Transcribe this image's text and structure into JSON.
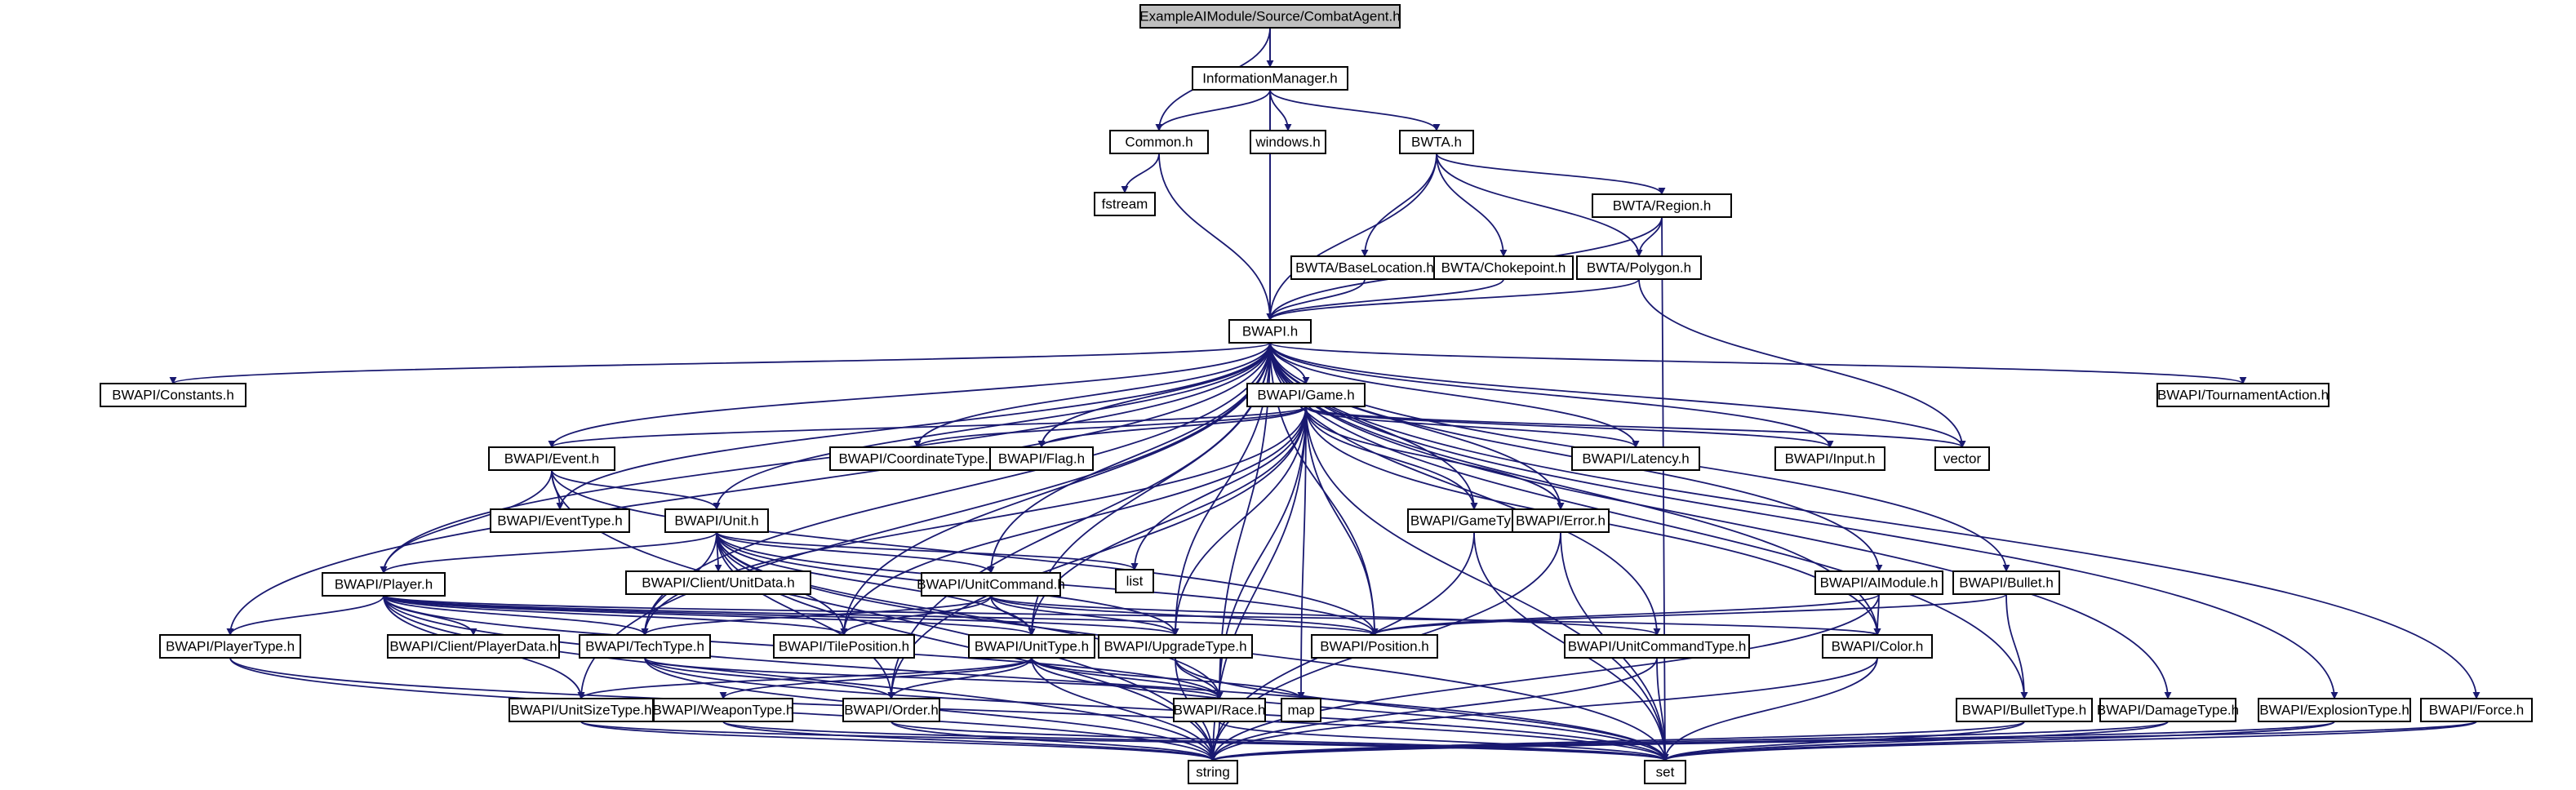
{
  "graph": {
    "colors": {
      "edge": "#191970",
      "node_border": "#000000",
      "external_border": "#bfbfbf",
      "missing_border": "#ff0000",
      "root_fill": "#bfbfbf",
      "node_fill": "#ffffff",
      "external_text": "#7f7f7f"
    },
    "nodes": [
      {
        "id": "combat",
        "label": "ExampleAIModule/Source/CombatAgent.h",
        "kind": "root"
      },
      {
        "id": "info",
        "label": "InformationManager.h",
        "kind": "normal"
      },
      {
        "id": "common",
        "label": "Common.h",
        "kind": "normal"
      },
      {
        "id": "windows",
        "label": "windows.h",
        "kind": "external"
      },
      {
        "id": "bwta",
        "label": "BWTA.h",
        "kind": "missing"
      },
      {
        "id": "fstream",
        "label": "fstream",
        "kind": "external"
      },
      {
        "id": "region",
        "label": "BWTA/Region.h",
        "kind": "normal"
      },
      {
        "id": "baseloc",
        "label": "BWTA/BaseLocation.h",
        "kind": "normal"
      },
      {
        "id": "choke",
        "label": "BWTA/Chokepoint.h",
        "kind": "missing"
      },
      {
        "id": "polygon",
        "label": "BWTA/Polygon.h",
        "kind": "normal"
      },
      {
        "id": "bwapi",
        "label": "BWAPI.h",
        "kind": "normal"
      },
      {
        "id": "constants",
        "label": "BWAPI/Constants.h",
        "kind": "normal"
      },
      {
        "id": "game",
        "label": "BWAPI/Game.h",
        "kind": "normal"
      },
      {
        "id": "tournament",
        "label": "BWAPI/TournamentAction.h",
        "kind": "normal"
      },
      {
        "id": "event",
        "label": "BWAPI/Event.h",
        "kind": "normal"
      },
      {
        "id": "coordtype",
        "label": "BWAPI/CoordinateType.h",
        "kind": "normal"
      },
      {
        "id": "flag",
        "label": "BWAPI/Flag.h",
        "kind": "normal"
      },
      {
        "id": "latency",
        "label": "BWAPI/Latency.h",
        "kind": "normal"
      },
      {
        "id": "input",
        "label": "BWAPI/Input.h",
        "kind": "normal"
      },
      {
        "id": "vector",
        "label": "vector",
        "kind": "external"
      },
      {
        "id": "eventtype",
        "label": "BWAPI/EventType.h",
        "kind": "normal"
      },
      {
        "id": "unit",
        "label": "BWAPI/Unit.h",
        "kind": "normal"
      },
      {
        "id": "gametype",
        "label": "BWAPI/GameType.h",
        "kind": "normal"
      },
      {
        "id": "error",
        "label": "BWAPI/Error.h",
        "kind": "normal"
      },
      {
        "id": "clientunit",
        "label": "BWAPI/Client/UnitData.h",
        "kind": "normal"
      },
      {
        "id": "list",
        "label": "list",
        "kind": "external"
      },
      {
        "id": "aimodule",
        "label": "BWAPI/AIModule.h",
        "kind": "normal"
      },
      {
        "id": "bullet",
        "label": "BWAPI/Bullet.h",
        "kind": "normal"
      },
      {
        "id": "player",
        "label": "BWAPI/Player.h",
        "kind": "normal"
      },
      {
        "id": "unitcmd",
        "label": "BWAPI/UnitCommand.h",
        "kind": "normal"
      },
      {
        "id": "playertype",
        "label": "BWAPI/PlayerType.h",
        "kind": "normal"
      },
      {
        "id": "clientplayer",
        "label": "BWAPI/Client/PlayerData.h",
        "kind": "normal"
      },
      {
        "id": "techtype",
        "label": "BWAPI/TechType.h",
        "kind": "normal"
      },
      {
        "id": "tilepos",
        "label": "BWAPI/TilePosition.h",
        "kind": "normal"
      },
      {
        "id": "unittype",
        "label": "BWAPI/UnitType.h",
        "kind": "normal"
      },
      {
        "id": "upgradetype",
        "label": "BWAPI/UpgradeType.h",
        "kind": "normal"
      },
      {
        "id": "position",
        "label": "BWAPI/Position.h",
        "kind": "normal"
      },
      {
        "id": "unitcmdtype",
        "label": "BWAPI/UnitCommandType.h",
        "kind": "normal"
      },
      {
        "id": "color",
        "label": "BWAPI/Color.h",
        "kind": "normal"
      },
      {
        "id": "unitsize",
        "label": "BWAPI/UnitSizeType.h",
        "kind": "normal"
      },
      {
        "id": "weapon",
        "label": "BWAPI/WeaponType.h",
        "kind": "normal"
      },
      {
        "id": "order",
        "label": "BWAPI/Order.h",
        "kind": "normal"
      },
      {
        "id": "race",
        "label": "BWAPI/Race.h",
        "kind": "normal"
      },
      {
        "id": "map",
        "label": "map",
        "kind": "external"
      },
      {
        "id": "bullettype",
        "label": "BWAPI/BulletType.h",
        "kind": "normal"
      },
      {
        "id": "damagetype",
        "label": "BWAPI/DamageType.h",
        "kind": "normal"
      },
      {
        "id": "explosion",
        "label": "BWAPI/ExplosionType.h",
        "kind": "normal"
      },
      {
        "id": "force",
        "label": "BWAPI/Force.h",
        "kind": "normal"
      },
      {
        "id": "string",
        "label": "string",
        "kind": "external"
      },
      {
        "id": "set",
        "label": "set",
        "kind": "external"
      }
    ],
    "edges": [
      [
        "combat",
        "info"
      ],
      [
        "combat",
        "common"
      ],
      [
        "combat",
        "bwapi"
      ],
      [
        "info",
        "common"
      ],
      [
        "info",
        "windows"
      ],
      [
        "info",
        "bwta"
      ],
      [
        "info",
        "bwapi"
      ],
      [
        "common",
        "fstream"
      ],
      [
        "common",
        "bwapi"
      ],
      [
        "bwta",
        "region"
      ],
      [
        "bwta",
        "baseloc"
      ],
      [
        "bwta",
        "choke"
      ],
      [
        "bwta",
        "polygon"
      ],
      [
        "bwta",
        "bwapi"
      ],
      [
        "region",
        "polygon"
      ],
      [
        "region",
        "bwapi"
      ],
      [
        "region",
        "set"
      ],
      [
        "baseloc",
        "bwapi"
      ],
      [
        "choke",
        "bwapi"
      ],
      [
        "polygon",
        "bwapi"
      ],
      [
        "polygon",
        "vector"
      ],
      [
        "bwapi",
        "constants"
      ],
      [
        "bwapi",
        "game"
      ],
      [
        "bwapi",
        "tournament"
      ],
      [
        "bwapi",
        "event"
      ],
      [
        "bwapi",
        "eventtype"
      ],
      [
        "bwapi",
        "coordtype"
      ],
      [
        "bwapi",
        "flag"
      ],
      [
        "bwapi",
        "latency"
      ],
      [
        "bwapi",
        "input"
      ],
      [
        "bwapi",
        "vector"
      ],
      [
        "bwapi",
        "unit"
      ],
      [
        "bwapi",
        "gametype"
      ],
      [
        "bwapi",
        "error"
      ],
      [
        "bwapi",
        "aimodule"
      ],
      [
        "bwapi",
        "bullet"
      ],
      [
        "bwapi",
        "player"
      ],
      [
        "bwapi",
        "playertype"
      ],
      [
        "bwapi",
        "unitcmd"
      ],
      [
        "bwapi",
        "techtype"
      ],
      [
        "bwapi",
        "tilepos"
      ],
      [
        "bwapi",
        "unittype"
      ],
      [
        "bwapi",
        "upgradetype"
      ],
      [
        "bwapi",
        "position"
      ],
      [
        "bwapi",
        "unitcmdtype"
      ],
      [
        "bwapi",
        "color"
      ],
      [
        "bwapi",
        "unitsize"
      ],
      [
        "bwapi",
        "order"
      ],
      [
        "bwapi",
        "race"
      ],
      [
        "bwapi",
        "bullettype"
      ],
      [
        "bwapi",
        "damagetype"
      ],
      [
        "bwapi",
        "explosion"
      ],
      [
        "bwapi",
        "force"
      ],
      [
        "game",
        "event"
      ],
      [
        "game",
        "coordtype"
      ],
      [
        "game",
        "flag"
      ],
      [
        "game",
        "latency"
      ],
      [
        "game",
        "input"
      ],
      [
        "game",
        "vector"
      ],
      [
        "game",
        "gametype"
      ],
      [
        "game",
        "error"
      ],
      [
        "game",
        "list"
      ],
      [
        "game",
        "techtype"
      ],
      [
        "game",
        "tilepos"
      ],
      [
        "game",
        "unittype"
      ],
      [
        "game",
        "upgradetype"
      ],
      [
        "game",
        "position"
      ],
      [
        "game",
        "color"
      ],
      [
        "game",
        "race"
      ],
      [
        "game",
        "order"
      ],
      [
        "game",
        "map"
      ],
      [
        "game",
        "string"
      ],
      [
        "game",
        "set"
      ],
      [
        "event",
        "eventtype"
      ],
      [
        "event",
        "unit"
      ],
      [
        "event",
        "player"
      ],
      [
        "event",
        "position"
      ],
      [
        "event",
        "string"
      ],
      [
        "unit",
        "clientunit"
      ],
      [
        "unit",
        "list"
      ],
      [
        "unit",
        "player"
      ],
      [
        "unit",
        "unitcmd"
      ],
      [
        "unit",
        "techtype"
      ],
      [
        "unit",
        "tilepos"
      ],
      [
        "unit",
        "unittype"
      ],
      [
        "unit",
        "upgradetype"
      ],
      [
        "unit",
        "position"
      ],
      [
        "unit",
        "order"
      ],
      [
        "unit",
        "race"
      ],
      [
        "unit",
        "string"
      ],
      [
        "unit",
        "set"
      ],
      [
        "player",
        "playertype"
      ],
      [
        "player",
        "clientplayer"
      ],
      [
        "player",
        "techtype"
      ],
      [
        "player",
        "tilepos"
      ],
      [
        "player",
        "unittype"
      ],
      [
        "player",
        "upgradetype"
      ],
      [
        "player",
        "position"
      ],
      [
        "player",
        "race"
      ],
      [
        "player",
        "color"
      ],
      [
        "player",
        "unitsize"
      ],
      [
        "player",
        "string"
      ],
      [
        "player",
        "set"
      ],
      [
        "unitcmd",
        "unitcmdtype"
      ],
      [
        "unitcmd",
        "techtype"
      ],
      [
        "unitcmd",
        "tilepos"
      ],
      [
        "unitcmd",
        "unittype"
      ],
      [
        "unitcmd",
        "upgradetype"
      ],
      [
        "unitcmd",
        "position"
      ],
      [
        "playertype",
        "string"
      ],
      [
        "playertype",
        "set"
      ],
      [
        "techtype",
        "race"
      ],
      [
        "techtype",
        "order"
      ],
      [
        "techtype",
        "string"
      ],
      [
        "techtype",
        "set"
      ],
      [
        "unittype",
        "unitsize"
      ],
      [
        "unittype",
        "weapon"
      ],
      [
        "unittype",
        "race"
      ],
      [
        "unittype",
        "map"
      ],
      [
        "unittype",
        "order"
      ],
      [
        "unittype",
        "string"
      ],
      [
        "unittype",
        "set"
      ],
      [
        "upgradetype",
        "race"
      ],
      [
        "upgradetype",
        "string"
      ],
      [
        "upgradetype",
        "set"
      ],
      [
        "gametype",
        "string"
      ],
      [
        "gametype",
        "set"
      ],
      [
        "error",
        "string"
      ],
      [
        "error",
        "set"
      ],
      [
        "aimodule",
        "position"
      ],
      [
        "aimodule",
        "color"
      ],
      [
        "aimodule",
        "string"
      ],
      [
        "bullet",
        "position"
      ],
      [
        "bullet",
        "bullettype"
      ],
      [
        "unitcmdtype",
        "string"
      ],
      [
        "unitcmdtype",
        "set"
      ],
      [
        "color",
        "string"
      ],
      [
        "color",
        "set"
      ],
      [
        "unitsize",
        "string"
      ],
      [
        "unitsize",
        "set"
      ],
      [
        "weapon",
        "string"
      ],
      [
        "weapon",
        "set"
      ],
      [
        "order",
        "string"
      ],
      [
        "order",
        "set"
      ],
      [
        "race",
        "string"
      ],
      [
        "race",
        "set"
      ],
      [
        "bullettype",
        "string"
      ],
      [
        "bullettype",
        "set"
      ],
      [
        "damagetype",
        "string"
      ],
      [
        "damagetype",
        "set"
      ],
      [
        "explosion",
        "string"
      ],
      [
        "explosion",
        "set"
      ],
      [
        "force",
        "string"
      ],
      [
        "force",
        "set"
      ]
    ]
  }
}
